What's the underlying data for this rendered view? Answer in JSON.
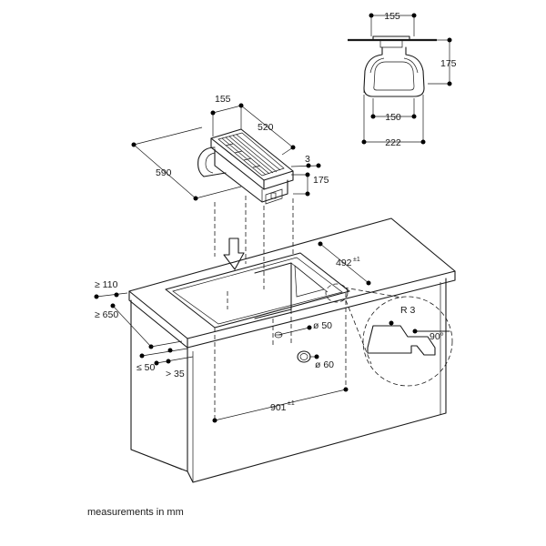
{
  "caption": "measurements in mm",
  "top_view": {
    "dim_width_top": "155",
    "dim_height": "175",
    "dim_width_inner": "150",
    "dim_width_bottom": "222"
  },
  "module": {
    "dim_depth": "590",
    "dim_width": "155",
    "dim_length": "520",
    "dim_offset": "3",
    "dim_height": "175"
  },
  "cabinet": {
    "dim_cutout_depth": "492",
    "dim_cutout_depth_tol": "±1",
    "dim_cutout_width": "901",
    "dim_cutout_width_tol": "±1",
    "dim_min_front": "≥ 110",
    "dim_min_depth": "≥ 650",
    "dim_max_front": "≤ 50",
    "dim_min_side": "> 35",
    "dim_hole_small": "ø 50",
    "dim_hole_large": "ø 60"
  },
  "detail": {
    "radius": "R 3",
    "angle": "90°"
  }
}
